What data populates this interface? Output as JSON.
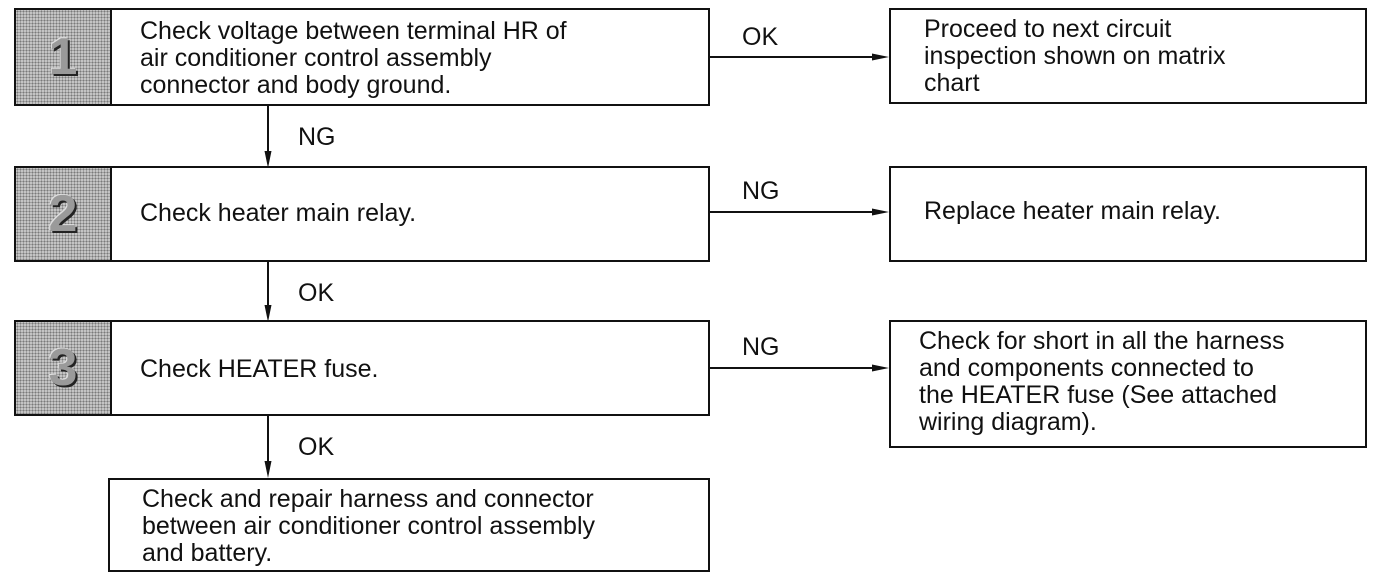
{
  "steps": [
    {
      "number": "1",
      "text_lines": [
        "Check voltage between terminal HR of",
        "air conditioner control assembly",
        "connector and body ground."
      ]
    },
    {
      "number": "2",
      "text_lines": [
        "Check heater main relay."
      ]
    },
    {
      "number": "3",
      "text_lines": [
        "Check HEATER fuse."
      ]
    }
  ],
  "final_box": {
    "text_lines": [
      "Check and repair harness and connector",
      "between air conditioner control assembly",
      "and battery."
    ]
  },
  "outcomes": [
    {
      "text_lines": [
        "Proceed to next circuit",
        "inspection shown on matrix",
        "chart"
      ]
    },
    {
      "text_lines": [
        "Replace heater main relay."
      ]
    },
    {
      "text_lines": [
        "Check for short in all the harness",
        "and components connected to",
        "the HEATER fuse (See attached",
        "wiring diagram)."
      ]
    }
  ],
  "branch_labels": [
    "OK",
    "NG",
    "NG"
  ],
  "down_labels": [
    "NG",
    "OK",
    "OK"
  ]
}
